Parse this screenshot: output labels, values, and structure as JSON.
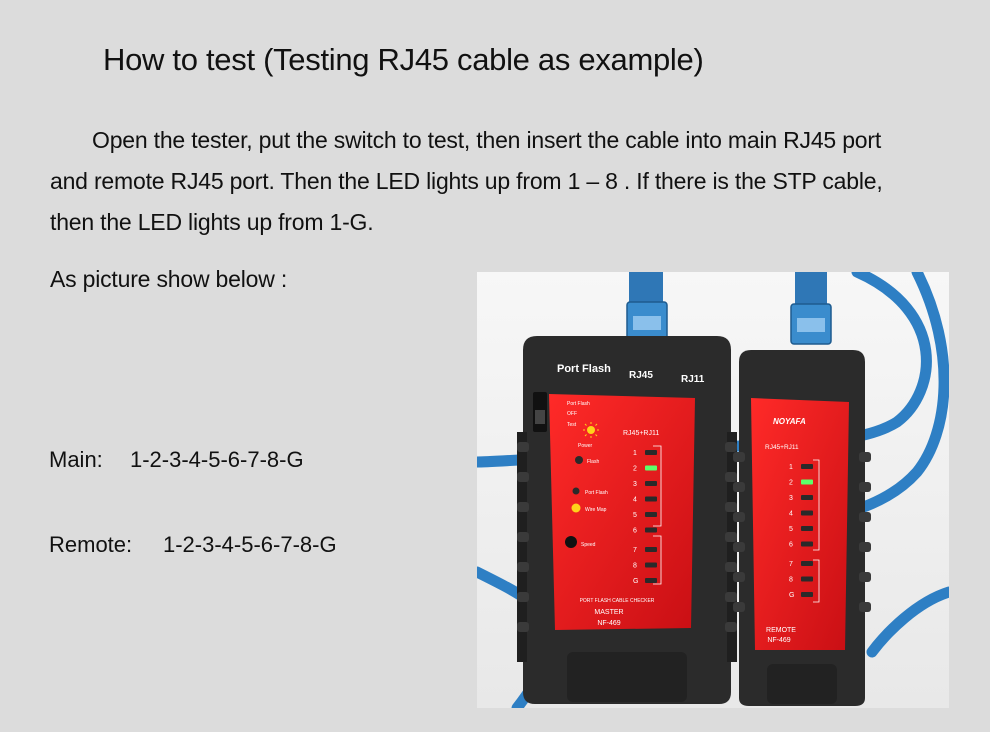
{
  "title": "How to test (Testing RJ45 cable as example)",
  "paragraph": [
    "Open the tester, put the switch to test, then insert the cable into main RJ45 port",
    "and remote RJ45 port. Then the LED lights up from 1 – 8 . If there is the STP cable,",
    "then the LED lights up from 1-G."
  ],
  "picture_intro": "As picture show below :",
  "main": {
    "label": "Main:",
    "sequence": "1-2-3-4-5-6-7-8-G"
  },
  "remote": {
    "label": "Remote:",
    "sequence": "1-2-3-4-5-6-7-8-G"
  },
  "photo": {
    "master": {
      "top_labels": [
        "Port Flash",
        "RJ45",
        "RJ11"
      ],
      "switch_labels": [
        "Port Flash",
        "OFF",
        "Test"
      ],
      "power_label": "Power",
      "flash_label": "Flash",
      "port_flash_label": "Port Flash",
      "wire_map_label": "Wire Map",
      "speed_label": "Speed",
      "panel_header": "RJ45+RJ11",
      "led_labels": [
        "1",
        "2",
        "3",
        "4",
        "5",
        "6",
        "7",
        "8",
        "G"
      ],
      "lit_led": "2",
      "bottom_line1": "PORT FLASH CABLE CHECKER",
      "bottom_line2": "MASTER",
      "bottom_line3": "NF-469"
    },
    "remote_unit": {
      "brand": "NOYAFA",
      "panel_header": "RJ45+RJ11",
      "led_labels": [
        "1",
        "2",
        "3",
        "4",
        "5",
        "6",
        "7",
        "8",
        "G"
      ],
      "lit_led": "2",
      "bottom_line1": "REMOTE",
      "bottom_line2": "NF-469"
    },
    "colors": {
      "body": "#2b2b2b",
      "panel": "#e0161b",
      "cable": "#2e7fc4",
      "led_green": "#5cff6a",
      "led_yellow": "#ffd21a"
    }
  }
}
